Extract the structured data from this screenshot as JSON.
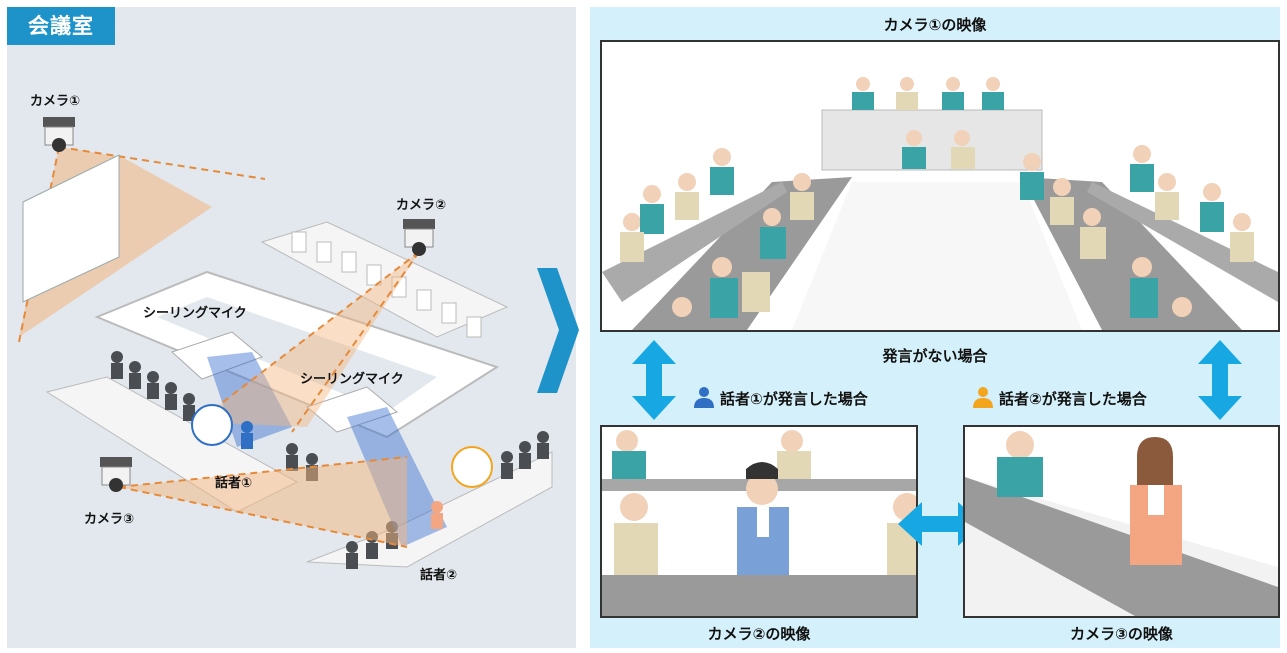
{
  "left_panel": {
    "room_label": "会議室",
    "camera1_label": "カメラ①",
    "camera2_label": "カメラ②",
    "camera3_label": "カメラ③",
    "mic1_label": "シーリングマイク",
    "mic2_label": "シーリングマイク",
    "speaker1_label": "話者①",
    "speaker2_label": "話者②"
  },
  "right_panel": {
    "camera1_title": "カメラ①の映像",
    "no_speech_label": "発言がない場合",
    "speaker1_case": "話者①が発言した場合",
    "speaker2_case": "話者②が発言した場合",
    "camera2_title": "カメラ②の映像",
    "camera3_title": "カメラ③の映像"
  },
  "colors": {
    "accent_blue": "#1e93c9",
    "arrow_cyan": "#17a8e3",
    "camera_fov": "#f3b57e",
    "speaker1_icon": "#2f6fc4",
    "speaker2_icon": "#f3a51d",
    "suit_teal": "#3aa3a6",
    "jacket_beige": "#e3d8b5"
  }
}
